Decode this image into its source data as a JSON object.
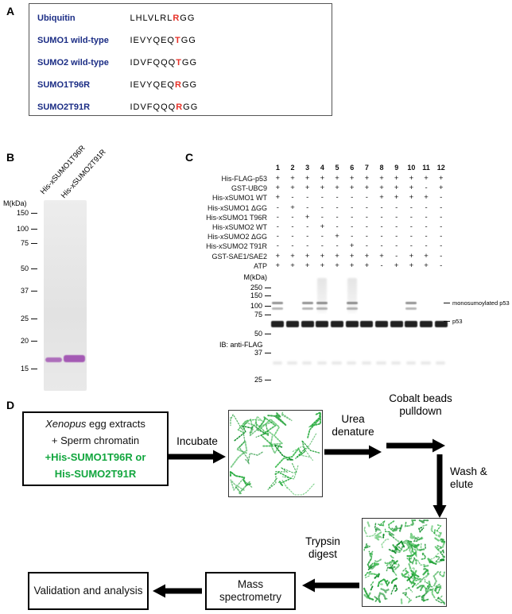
{
  "figure": {
    "panels": {
      "a": "A",
      "b": "B",
      "c": "C",
      "d": "D"
    }
  },
  "panelA": {
    "rows": [
      {
        "name": "Ubiquitin",
        "seq_pre": "LHLVLRL",
        "seq_hl": "R",
        "seq_post": "GG"
      },
      {
        "name": "SUMO1 wild-type",
        "seq_pre": "IEVYQEQ",
        "seq_hl": "T",
        "seq_post": "GG"
      },
      {
        "name": "SUMO2 wild-type",
        "seq_pre": "IDVFQQQ",
        "seq_hl": "T",
        "seq_post": "GG"
      },
      {
        "name": "SUMO1T96R",
        "seq_pre": "IEVYQEQ",
        "seq_hl": "R",
        "seq_post": "GG"
      },
      {
        "name": "SUMO2T91R",
        "seq_pre": "IDVFQQQ",
        "seq_hl": "R",
        "seq_post": "GG"
      }
    ]
  },
  "panelB": {
    "marker_unit": "M(kDa)",
    "markers": [
      "150",
      "100",
      "75",
      "50",
      "37",
      "25",
      "20",
      "15"
    ],
    "lane_labels": [
      "His-xSUMO1T96R",
      "His-xSUMO2T91R"
    ]
  },
  "panelC": {
    "lane_numbers": [
      "1",
      "2",
      "3",
      "4",
      "5",
      "6",
      "7",
      "8",
      "9",
      "10",
      "11",
      "12"
    ],
    "component_rows": [
      {
        "label": "His-FLAG-p53",
        "values": [
          "+",
          "+",
          "+",
          "+",
          "+",
          "+",
          "+",
          "+",
          "+",
          "+",
          "+",
          "+"
        ]
      },
      {
        "label": "GST-UBC9",
        "values": [
          "+",
          "+",
          "+",
          "+",
          "+",
          "+",
          "+",
          "+",
          "+",
          "+",
          "-",
          "+"
        ]
      },
      {
        "label": "His-xSUMO1 WT",
        "values": [
          "+",
          "-",
          "-",
          "-",
          "-",
          "-",
          "-",
          "+",
          "+",
          "+",
          "+",
          "-"
        ]
      },
      {
        "label": "His-xSUMO1 ΔGG",
        "values": [
          "-",
          "+",
          "-",
          "-",
          "-",
          "-",
          "-",
          "-",
          "-",
          "-",
          "-",
          "-"
        ]
      },
      {
        "label": "His-xSUMO1 T96R",
        "values": [
          "-",
          "-",
          "+",
          "-",
          "-",
          "-",
          "-",
          "-",
          "-",
          "-",
          "-",
          "-"
        ]
      },
      {
        "label": "His-xSUMO2 WT",
        "values": [
          "-",
          "-",
          "-",
          "+",
          "-",
          "-",
          "-",
          "-",
          "-",
          "-",
          "-",
          "-"
        ]
      },
      {
        "label": "His-xSUMO2 ΔGG",
        "values": [
          "-",
          "-",
          "-",
          "-",
          "+",
          "-",
          "-",
          "-",
          "-",
          "-",
          "-",
          "-"
        ]
      },
      {
        "label": "His-xSUMO2 T91R",
        "values": [
          "-",
          "-",
          "-",
          "-",
          "-",
          "+",
          "-",
          "-",
          "-",
          "-",
          "-",
          "-"
        ]
      },
      {
        "label": "GST-SAE1/SAE2",
        "values": [
          "+",
          "+",
          "+",
          "+",
          "+",
          "+",
          "+",
          "+",
          "-",
          "+",
          "+",
          "-"
        ]
      },
      {
        "label": "ATP",
        "values": [
          "+",
          "+",
          "+",
          "+",
          "+",
          "+",
          "+",
          "-",
          "+",
          "+",
          "+",
          "-"
        ]
      }
    ],
    "marker_unit": "M(kDa)",
    "markers": [
      "250",
      "150",
      "100",
      "75",
      "50",
      "37",
      "25"
    ],
    "ib_label": "IB: anti-FLAG",
    "band_annotations": [
      "monosumoylated p53",
      "p53"
    ],
    "blot": {
      "p53_band_lanes": [
        1,
        2,
        3,
        4,
        5,
        6,
        7,
        8,
        9,
        10,
        11,
        12
      ],
      "mono_band_lanes": [
        1,
        3,
        4,
        6,
        10
      ],
      "smear_lanes": [
        4,
        6
      ]
    }
  },
  "panelD": {
    "start_box": {
      "line1_italic": "Xenopus",
      "line1_rest": " egg extracts",
      "line2": "+ Sperm chromatin",
      "line3": "+His-SUMO1T96R or",
      "line4": "His-SUMO2T91R"
    },
    "steps": {
      "incubate": "Incubate",
      "urea": "Urea denature",
      "cobalt": "Cobalt beads pulldown",
      "wash": "Wash & elute",
      "trypsin": "Trypsin digest",
      "mass_spec": "Mass spectrometry",
      "validation": "Validation and analysis"
    }
  },
  "colors": {
    "protein_name": "#1b2d85",
    "residue_highlight": "#e73128",
    "sumo_green": "#12a63e",
    "gel_band_purple": "#a45ab4"
  }
}
